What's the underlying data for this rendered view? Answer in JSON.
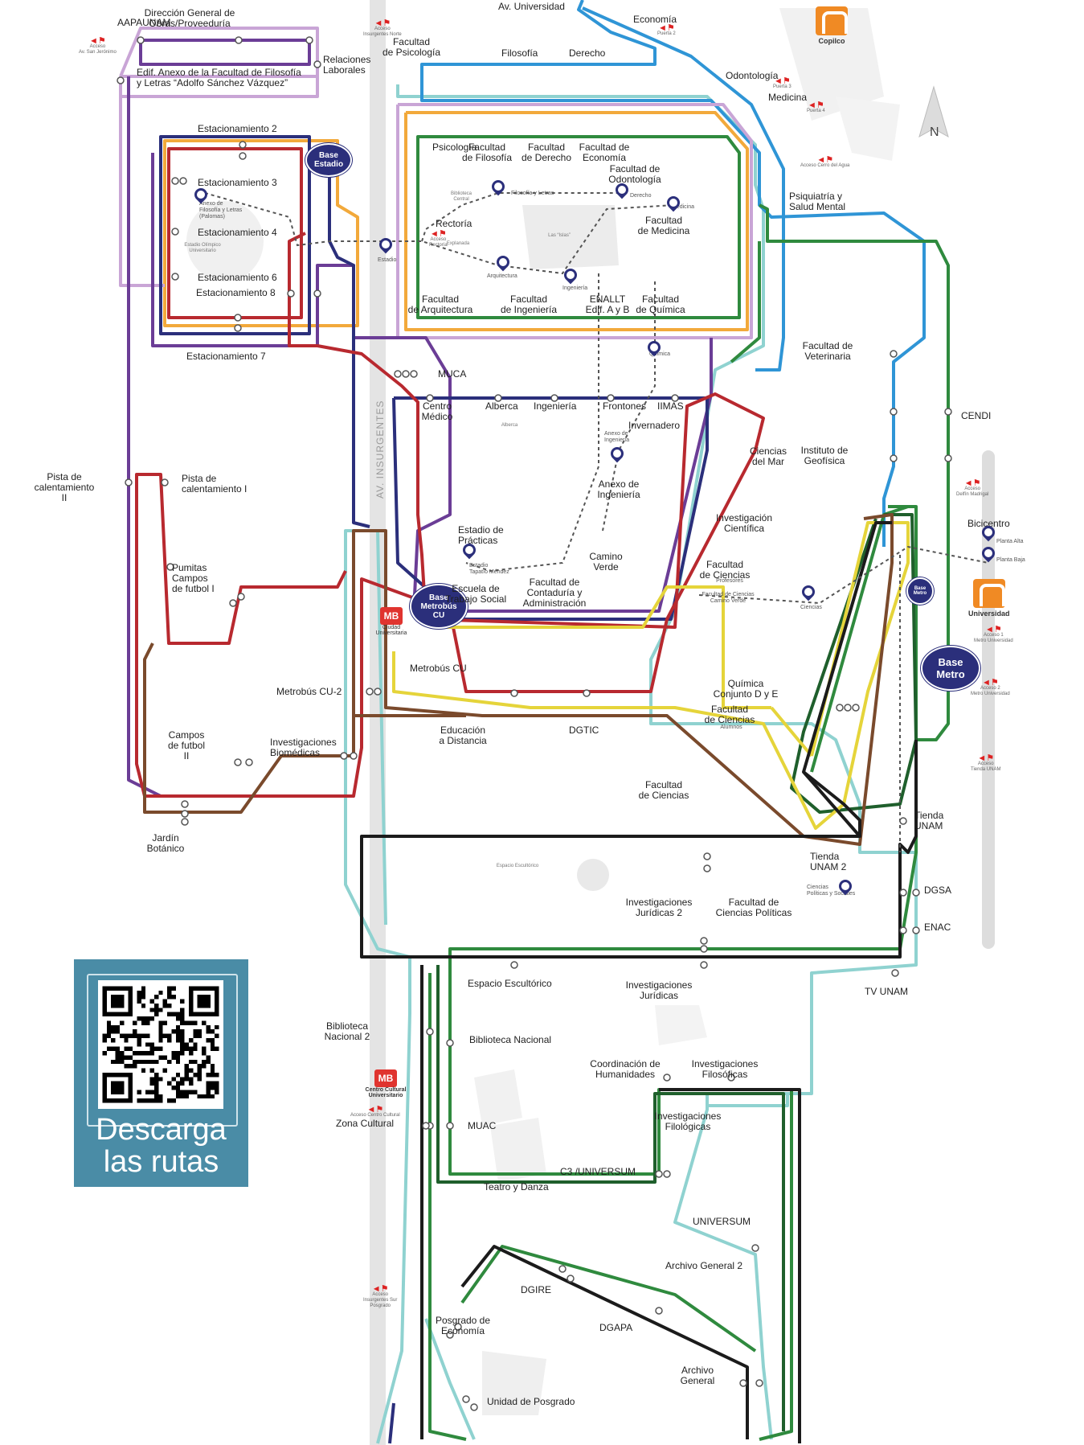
{
  "map": {
    "avenue_label": "AV. INSURGENTES",
    "bases": [
      {
        "id": "base-estadio",
        "label": "Base\nEstadio"
      },
      {
        "id": "base-metrobus",
        "label": "Base\nMetrobús\nCU"
      },
      {
        "id": "base-metro-small",
        "label": "Base\nMetro"
      },
      {
        "id": "base-metro",
        "label": "Base\nMetro"
      }
    ],
    "metro_stations": [
      {
        "id": "copilco",
        "label": "Copilco"
      },
      {
        "id": "universidad",
        "label": "Universidad"
      }
    ],
    "metrobus_stations": [
      {
        "id": "ciudad-universitaria",
        "label": "Ciudad\nUniversitaria"
      },
      {
        "id": "centro-cultural",
        "label": "Centro Cultural\nUniversitario"
      }
    ],
    "stops": [
      {
        "id": "aapaunam",
        "label": "AAPAUNAM"
      },
      {
        "id": "dgop",
        "label": "Dirección General de\nObras/Proveeduría"
      },
      {
        "id": "relaciones",
        "label": "Relaciones\nLaborales"
      },
      {
        "id": "edif-anexo",
        "label": "Edif. Anexo de la Facultad de Filosofía\ny Letras “Adolfo Sánchez Vázquez”"
      },
      {
        "id": "est2",
        "label": "Estacionamiento 2"
      },
      {
        "id": "est3",
        "label": "Estacionamiento 3"
      },
      {
        "id": "est4",
        "label": "Estacionamiento 4"
      },
      {
        "id": "est6",
        "label": "Estacionamiento 6"
      },
      {
        "id": "est8",
        "label": "Estacionamiento 8"
      },
      {
        "id": "est7",
        "label": "Estacionamiento 7"
      },
      {
        "id": "av-universidad",
        "label": "Av. Universidad"
      },
      {
        "id": "economia-top",
        "label": "Economía"
      },
      {
        "id": "fac-psicologia",
        "label": "Facultad\nde Psicología"
      },
      {
        "id": "filosofia",
        "label": "Filosofía"
      },
      {
        "id": "derecho",
        "label": "Derecho"
      },
      {
        "id": "odontologia",
        "label": "Odontología"
      },
      {
        "id": "medicina",
        "label": "Medicina"
      },
      {
        "id": "psicologia",
        "label": "Psicología"
      },
      {
        "id": "fac-filosofia",
        "label": "Facultad\nde Filosofía"
      },
      {
        "id": "fac-derecho",
        "label": "Facultad\nde Derecho"
      },
      {
        "id": "fac-economia",
        "label": "Facultad de\nEconomía"
      },
      {
        "id": "fac-odontologia",
        "label": "Facultad de\nOdontología"
      },
      {
        "id": "psiquiatria",
        "label": "Psiquiatría y\nSalud Mental"
      },
      {
        "id": "rectoria",
        "label": "Rectoría"
      },
      {
        "id": "fac-medicina",
        "label": "Facultad\nde Medicina"
      },
      {
        "id": "fac-arquitectura",
        "label": "Facultad\nde Arquitectura"
      },
      {
        "id": "fac-ingenieria",
        "label": "Facultad\nde Ingeniería"
      },
      {
        "id": "enallt",
        "label": "ENALLT\nEdif. A y B"
      },
      {
        "id": "fac-quimica",
        "label": "Facultad\nde Química"
      },
      {
        "id": "fac-veterinaria",
        "label": "Facultad de\nVeterinaria"
      },
      {
        "id": "muca",
        "label": "MUCA"
      },
      {
        "id": "centro-medico",
        "label": "Centro\nMédico"
      },
      {
        "id": "alberca",
        "label": "Alberca"
      },
      {
        "id": "ingenieria",
        "label": "Ingeniería"
      },
      {
        "id": "frontones",
        "label": "Frontones"
      },
      {
        "id": "iimas",
        "label": "IIMAS"
      },
      {
        "id": "invernadero",
        "label": "Invernadero"
      },
      {
        "id": "ciencias-mar",
        "label": "Ciencias\ndel Mar"
      },
      {
        "id": "cendi",
        "label": "CENDI"
      },
      {
        "id": "instituto-geofisica",
        "label": "Instituto de\nGeofísica"
      },
      {
        "id": "pista1",
        "label": "Pista de\ncalentamiento I"
      },
      {
        "id": "pista2",
        "label": "Pista de\ncalentamiento\nII"
      },
      {
        "id": "anexo-ingenieria",
        "label": "Anexo de\nIngeniería"
      },
      {
        "id": "investigacion-cientifica",
        "label": "Investigación\nCientífica"
      },
      {
        "id": "bicicentro",
        "label": "Bicicentro"
      },
      {
        "id": "estadio-practicas",
        "label": "Estadio de\nPrácticas"
      },
      {
        "id": "pumitas",
        "label": "Pumitas\nCampos\nde futbol I"
      },
      {
        "id": "camino-verde",
        "label": "Camino\nVerde"
      },
      {
        "id": "fac-ciencias-prof",
        "label": "Facultad\nde Ciencias"
      },
      {
        "id": "escuela-ts",
        "label": "Escuela de\nTrabajo Social"
      },
      {
        "id": "fac-contaduria",
        "label": "Facultad de\nContaduría y\nAdministración"
      },
      {
        "id": "metrobus-cu",
        "label": "Metrobús CU"
      },
      {
        "id": "metrobus-cu2",
        "label": "Metrobús CU-2"
      },
      {
        "id": "quimica-conjunto",
        "label": "Química\nConjunto D y E"
      },
      {
        "id": "fac-ciencias-alumnos",
        "label": "Facultad\nde Ciencias"
      },
      {
        "id": "campos-futbol2",
        "label": "Campos\nde futbol\nII"
      },
      {
        "id": "inv-biomedicas",
        "label": "Investigaciones\nBiomédicas"
      },
      {
        "id": "educacion-distancia",
        "label": "Educación\na Distancia"
      },
      {
        "id": "dgtic",
        "label": "DGTIC"
      },
      {
        "id": "fac-ciencias",
        "label": "Facultad\nde Ciencias"
      },
      {
        "id": "jardin-botanico",
        "label": "Jardín\nBotánico"
      },
      {
        "id": "tienda-unam",
        "label": "Tienda\nUNAM"
      },
      {
        "id": "tienda-unam2",
        "label": "Tienda\nUNAM 2"
      },
      {
        "id": "dgsa",
        "label": "DGSA"
      },
      {
        "id": "inv-juridicas2",
        "label": "Investigaciones\nJurídicas 2"
      },
      {
        "id": "fac-ciencias-politicas",
        "label": "Facultad de\nCiencias Políticas"
      },
      {
        "id": "enac",
        "label": "ENAC"
      },
      {
        "id": "espacio-escultorico",
        "label": "Espacio Escultórico"
      },
      {
        "id": "inv-juridicas",
        "label": "Investigaciones\nJurídicas"
      },
      {
        "id": "tv-unam",
        "label": "TV UNAM"
      },
      {
        "id": "biblioteca-nacional2",
        "label": "Biblioteca\nNacional 2"
      },
      {
        "id": "biblioteca-nacional",
        "label": "Biblioteca Nacional"
      },
      {
        "id": "coord-humanidades",
        "label": "Coordinación de\nHumanidades"
      },
      {
        "id": "inv-filosoficas",
        "label": "Investigaciones\nFilosóficas"
      },
      {
        "id": "inv-filologicas",
        "label": "Investigaciones\nFilológicas"
      },
      {
        "id": "zona-cultural",
        "label": "Zona Cultural"
      },
      {
        "id": "muac",
        "label": "MUAC"
      },
      {
        "id": "c3-universum",
        "label": "C3 /UNIVERSUM"
      },
      {
        "id": "teatro-danza",
        "label": "Teatro y Danza"
      },
      {
        "id": "universum",
        "label": "UNIVERSUM"
      },
      {
        "id": "archivo-general2",
        "label": "Archivo General 2"
      },
      {
        "id": "dgire",
        "label": "DGIRE"
      },
      {
        "id": "posgrado-economia",
        "label": "Posgrado de\nEconomía"
      },
      {
        "id": "dgapa",
        "label": "DGAPA"
      },
      {
        "id": "archivo-general",
        "label": "Archivo\nGeneral"
      },
      {
        "id": "unidad-posgrado",
        "label": "Unidad de Posgrado"
      }
    ],
    "small_labels": [
      {
        "id": "sub-profesores",
        "label": "Profesores"
      },
      {
        "id": "sub-alumnos",
        "label": "Alumnos"
      },
      {
        "id": "sub-camino-verde",
        "label": "Facultad de Ciencias\nCamino Verde"
      }
    ],
    "bike_stations": [
      {
        "id": "bk-filosofia",
        "label": "Filosofía y Letras"
      },
      {
        "id": "bk-derecho",
        "label": "Derecho"
      },
      {
        "id": "bk-medicina",
        "label": "Medicina"
      },
      {
        "id": "bk-anexo-filo",
        "label": "Anexo de\nFilosofía y Letras\n(Palomas)"
      },
      {
        "id": "bk-estadio",
        "label": "Estadio"
      },
      {
        "id": "bk-arquitectura",
        "label": "Arquitectura"
      },
      {
        "id": "bk-ingenieria",
        "label": "Ingeniería"
      },
      {
        "id": "bk-quimica",
        "label": "Química"
      },
      {
        "id": "bk-anexo-ing",
        "label": "Anexo de\nIngeniería"
      },
      {
        "id": "bk-tapatio",
        "label": "Estadio\nTapatío Méndez"
      },
      {
        "id": "bk-ciencias",
        "label": "Ciencias"
      },
      {
        "id": "bk-planta-alta",
        "label": "Planta Alta"
      },
      {
        "id": "bk-planta-baja",
        "label": "Planta Baja"
      },
      {
        "id": "bk-cp",
        "label": "Ciencias\nPolíticas y Sociales"
      }
    ],
    "area_labels": [
      {
        "id": "las-islas",
        "label": "Las “Islas”"
      },
      {
        "id": "espacio-escultorico-area",
        "label": "Espacio Escultórico"
      },
      {
        "id": "estadio-olimpico",
        "label": "Estadio Olímpico\nUniversitario"
      },
      {
        "id": "biblioteca-central",
        "label": "Biblioteca\nCentral"
      },
      {
        "id": "explanada",
        "label": "Explanada"
      },
      {
        "id": "alberca-area",
        "label": "Alberca"
      }
    ],
    "accesses": [
      {
        "id": "acc-san-jeronimo",
        "label": "Acceso\nAv. San Jerónimo"
      },
      {
        "id": "acc-ins-norte",
        "label": "Acceso\nInsurgentes Norte"
      },
      {
        "id": "acc-puerta2",
        "label": "Puerta 2"
      },
      {
        "id": "acc-puerta3",
        "label": "Puerta 3"
      },
      {
        "id": "acc-puerta4",
        "label": "Puerta 4"
      },
      {
        "id": "acc-cerro-agua",
        "label": "Acceso Cerro del Agua"
      },
      {
        "id": "acc-rectoria",
        "label": "Acceso\nRectoría"
      },
      {
        "id": "acc-delfin",
        "label": "Acceso\nDelfín Madrigal"
      },
      {
        "id": "acc-metro1",
        "label": "Acceso 1\nMetro Universidad"
      },
      {
        "id": "acc-metro2",
        "label": "Acceso 2\nMetro Universidad"
      },
      {
        "id": "acc-tienda",
        "label": "Acceso\nTienda UNAM"
      },
      {
        "id": "acc-centro-cultural",
        "label": "Acceso Centro Cultural"
      },
      {
        "id": "acc-ins-sur",
        "label": "Acceso\nInsurgentes Sur\nPosgrado"
      }
    ],
    "compass_label": "N",
    "qr": {
      "cta": "Descarga\nlas rutas"
    },
    "route_colors": {
      "blue": "#2f95d6",
      "lightblue": "#8fd2d0",
      "orange": "#f2a93b",
      "lavender": "#c9a5d6",
      "purple": "#6b3d96",
      "navy": "#2b2f7b",
      "red": "#b8292f",
      "green": "#2f8a3e",
      "darkgreen": "#1f5f2c",
      "yellow": "#e5d43a",
      "brown": "#7a4a2c",
      "black": "#1b1b1b",
      "gray": "#555555"
    }
  }
}
